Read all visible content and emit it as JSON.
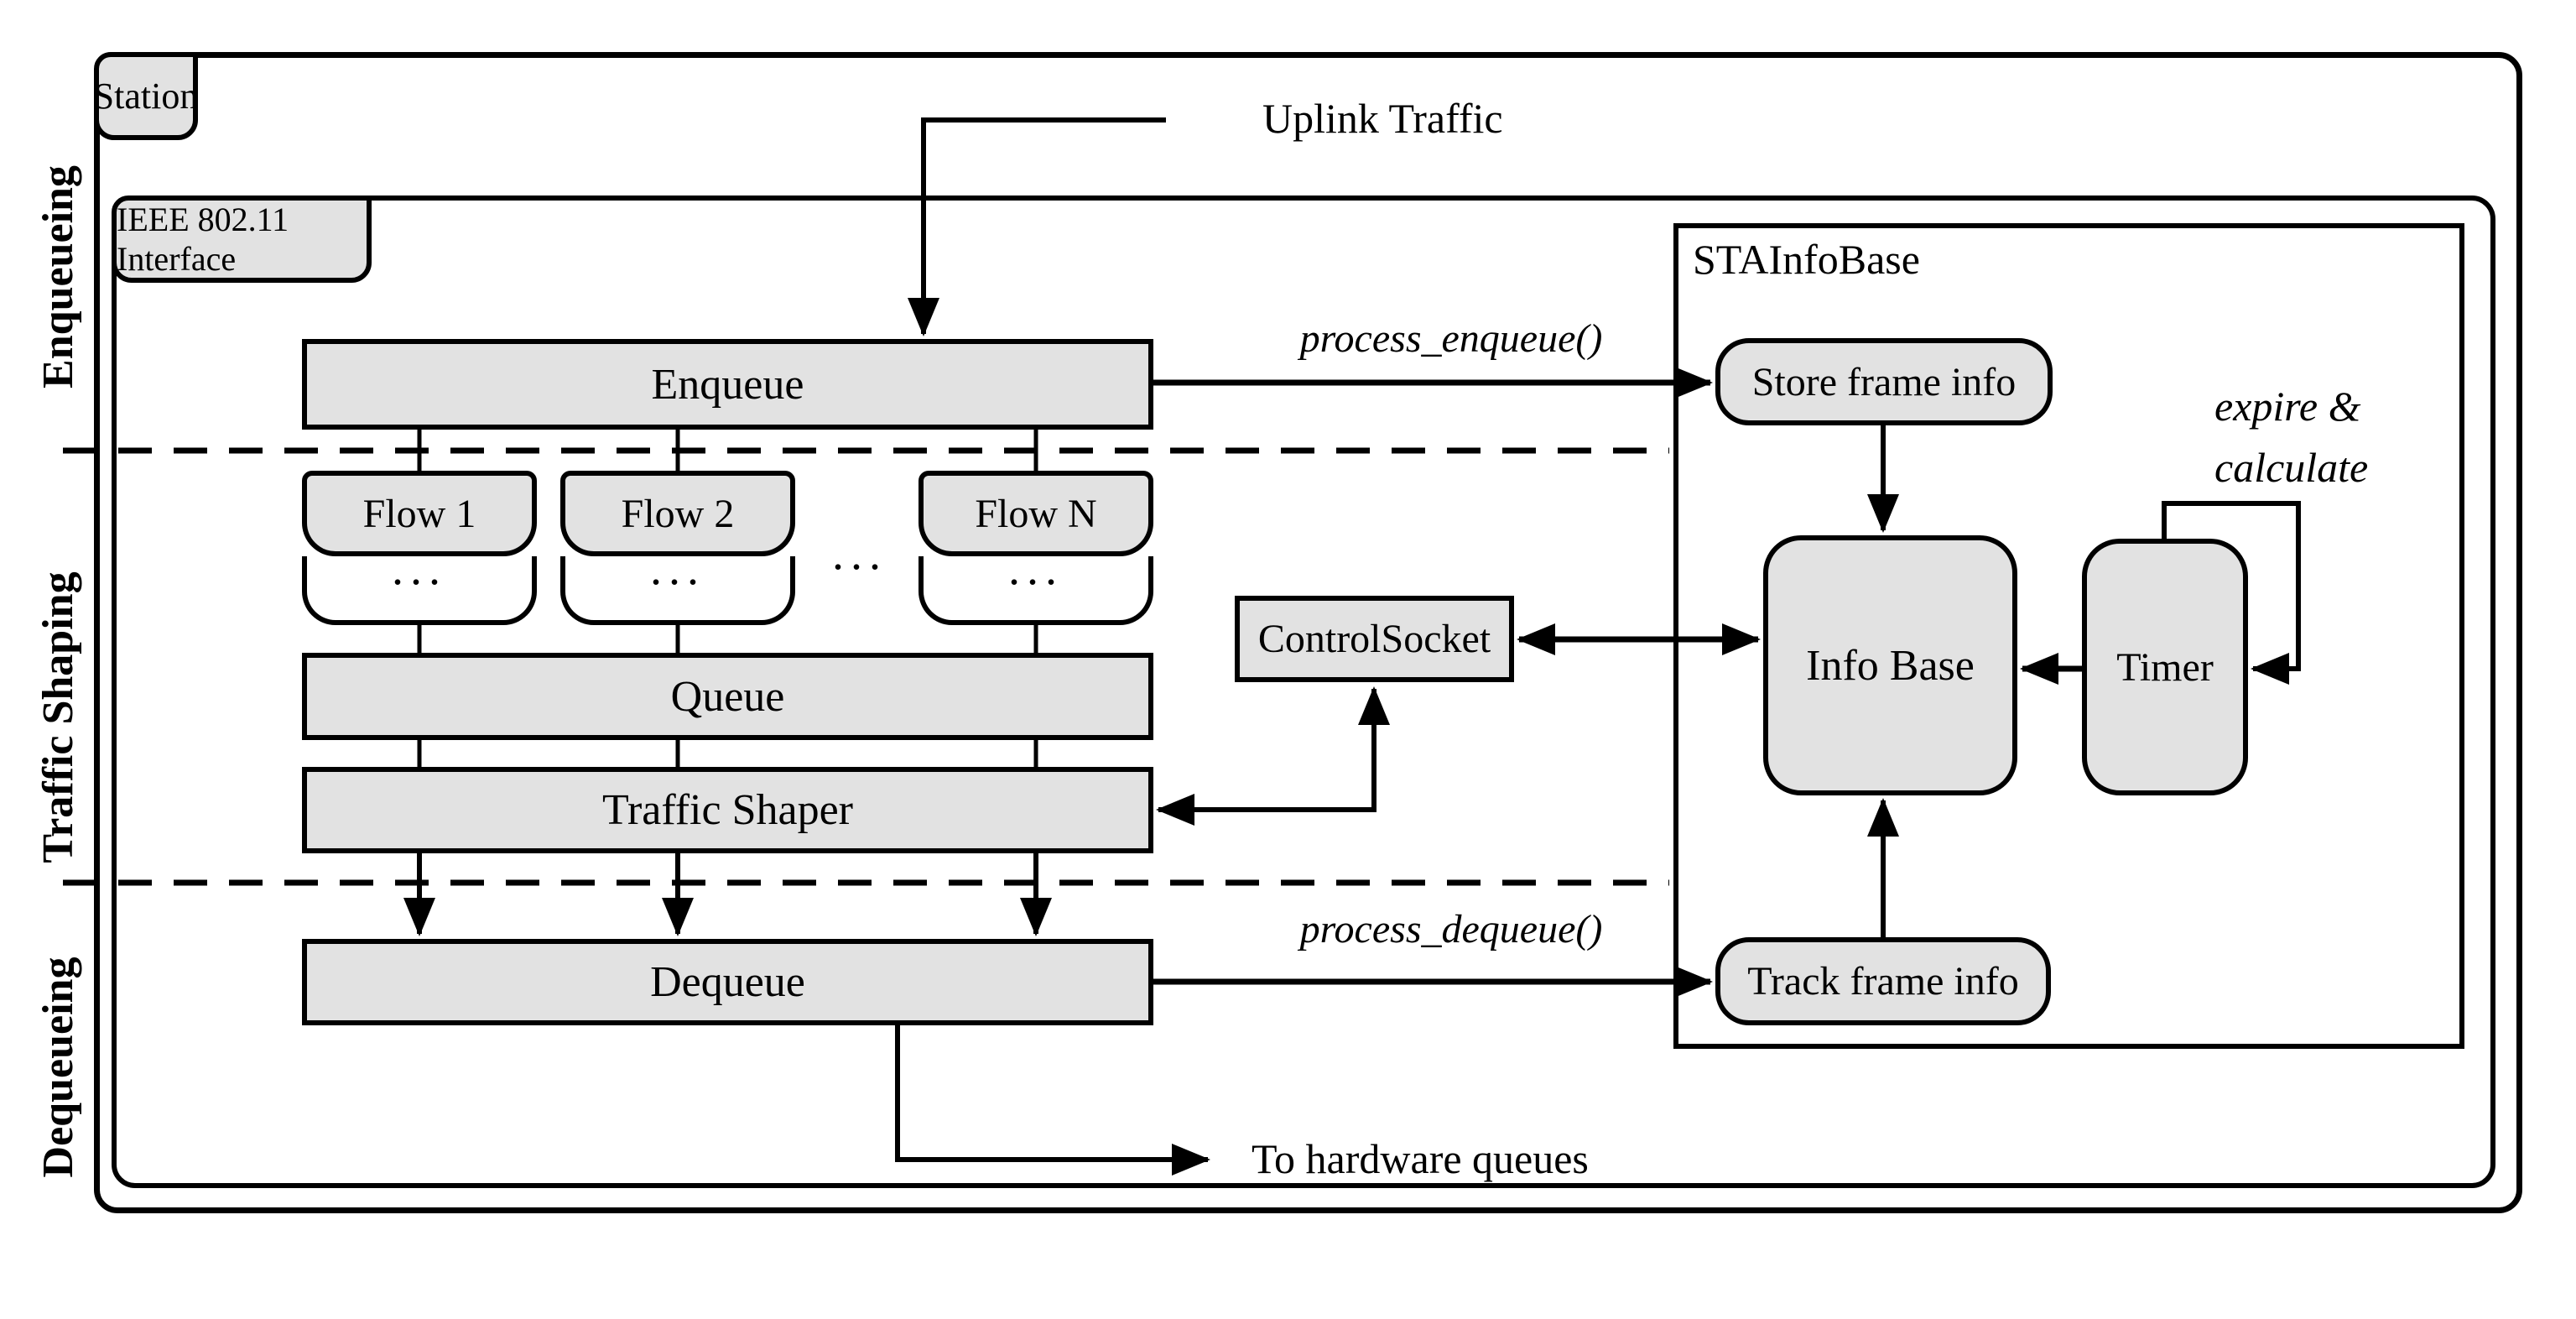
{
  "colors": {
    "box_fill": "#e2e2e2",
    "line": "#000000",
    "background": "#ffffff"
  },
  "frames": {
    "station": {
      "label": "Station"
    },
    "interface": {
      "label": "IEEE 802.11 Interface"
    },
    "sta_info_base": {
      "label": "STAInfoBase"
    }
  },
  "sections": [
    {
      "label": "Enqueueing"
    },
    {
      "label": "Traffic Shaping"
    },
    {
      "label": "Dequeueing"
    }
  ],
  "pipeline": {
    "enqueue": "Enqueue",
    "queue": "Queue",
    "traffic_shaper": "Traffic Shaper",
    "dequeue": "Dequeue",
    "flows": [
      {
        "label": "Flow 1",
        "dots": "..."
      },
      {
        "label": "Flow 2",
        "dots": "..."
      },
      {
        "label": "Flow N",
        "dots": "..."
      }
    ],
    "flow_separator": "..."
  },
  "info_components": {
    "store_frame_info": "Store frame info",
    "track_frame_info": "Track frame info",
    "info_base": "Info Base",
    "timer": "Timer",
    "control_socket": "ControlSocket"
  },
  "annotations": {
    "uplink_traffic": "Uplink Traffic",
    "process_enqueue": "process_enqueue()",
    "process_dequeue": "process_dequeue()",
    "expire_calculate_line1": "expire &",
    "expire_calculate_line2": "calculate",
    "to_hardware_queues": "To hardware queues"
  }
}
